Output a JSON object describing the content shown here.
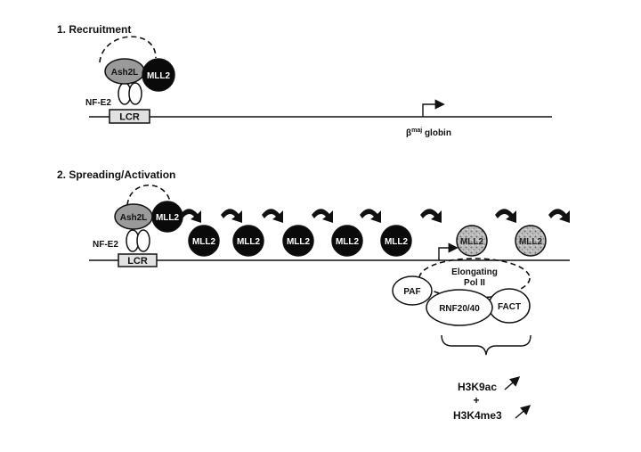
{
  "section1": {
    "title": "1. Recruitment",
    "ash2l": "Ash2L",
    "mll2": "MLL2",
    "nfe2": "NF-E2",
    "lcr": "LCR",
    "gene_label": "β",
    "gene_superscript": "maj",
    "gene_suffix": " globin"
  },
  "section2": {
    "title": "2. Spreading/Activation",
    "ash2l": "Ash2L",
    "mll2": "MLL2",
    "nfe2": "NF-E2",
    "lcr": "LCR",
    "spread_labels": [
      "MLL2",
      "MLL2",
      "MLL2",
      "MLL2",
      "MLL2",
      "MLL2",
      "MLL2"
    ],
    "elongating_line1": "Elongating",
    "elongating_line2": "Pol II",
    "paf": "PAF",
    "rnf": "RNF20/40",
    "fact": "FACT",
    "mark1": "H3K9ac",
    "plus": "+",
    "mark2": "H3K4me3"
  },
  "colors": {
    "ash2l_fill": "#9a9a9a",
    "mll2_fill": "#0a0a0a",
    "speckle_fill": "#b5b5b5",
    "lcr_fill": "#e2e2e2"
  }
}
